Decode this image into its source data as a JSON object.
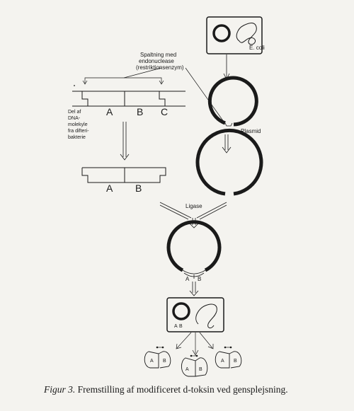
{
  "labels": {
    "spaltning": [
      "Spaltning med",
      "endonuclease",
      "(restriktionsenzym)"
    ],
    "ecoli": "E. coli",
    "plasmid": "Plasmid",
    "dna_desc": [
      "Del af",
      "DNA-",
      "molekyle",
      "fra difteri-",
      "bakterie"
    ],
    "ligase": "Ligase",
    "seg_a": "A",
    "seg_b": "B",
    "seg_c": "C"
  },
  "caption": {
    "figure": "Figur 3.",
    "text": "Fremstilling af modificeret d-toksin ved gensplejsning."
  }
}
